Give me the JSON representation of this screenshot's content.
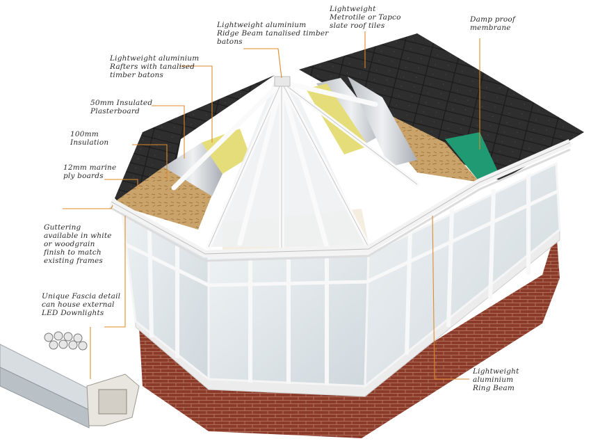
{
  "diagram": {
    "labels": {
      "ridge_beam": "Lightweight aluminium\nRidge Beam tanalised timber\nbatons",
      "roof_tiles": "Lightweight\nMetrotile or Tapco\nslate roof tiles",
      "damp_proof": "Damp proof\nmembrane",
      "rafters": "Lightweight aluminium\nRafters with tanalised\ntimber batons",
      "plasterboard": "50mm Insulated\nPlasterboard",
      "insulation": "100mm\nInsulation",
      "ply_boards": "12mm marine\nply boards",
      "guttering": "Guttering\navailable in white\nor woodgrain\nfinish to match\nexisting frames",
      "fascia": "Unique Fascia detail\ncan house external\nLED Downlights",
      "ring_beam": "Lightweight\naluminium\nRing Beam"
    },
    "colors": {
      "leader_line": "#e08a2a",
      "roof_tiles": "#2b2b2b",
      "ply_board": "#c9a36a",
      "insulation": "#e4dd7a",
      "foil": "#c9ccd0",
      "membrane": "#1f9a72",
      "frame": "#f4f4f4",
      "glass": "#dfe6ea",
      "brick": "#8a3a2a"
    }
  }
}
